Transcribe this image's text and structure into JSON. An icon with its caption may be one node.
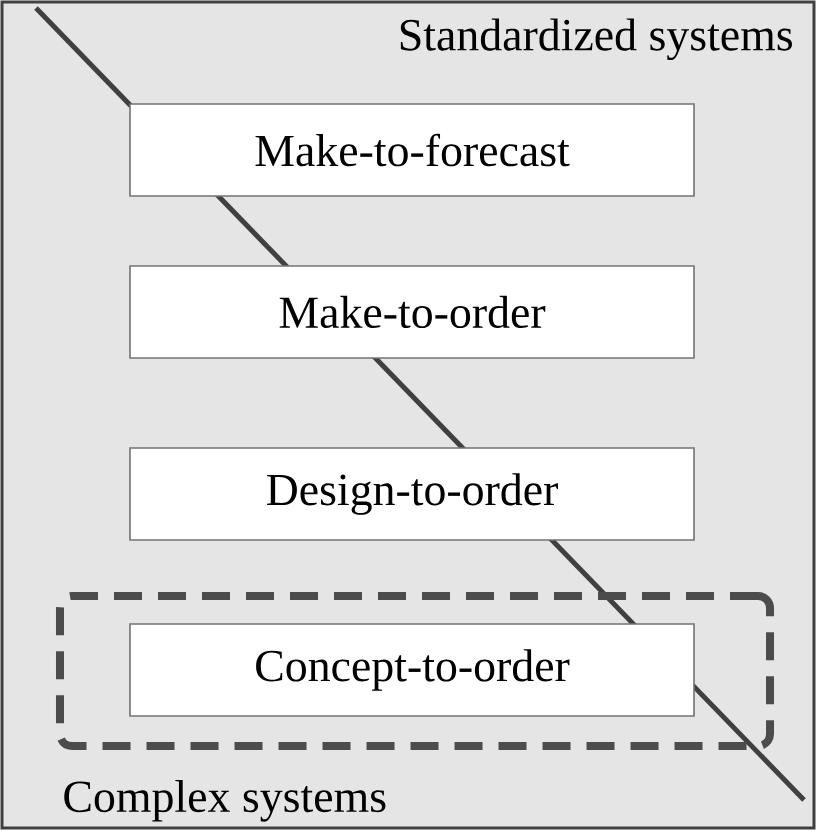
{
  "diagram": {
    "nodes": [
      {
        "text": [
          "Make-to-forecast"
        ]
      },
      {
        "text": [
          "Make-to-order"
        ]
      },
      {
        "text": [
          "Design-to-order"
        ]
      },
      {
        "text": [],
        "shape": "box"
      },
      {
        "text": [
          "Concept-to-order"
        ],
        "in": 3
      }
    ],
    "labels": [
      "Standardized systems",
      "Complex systems"
    ]
  }
}
